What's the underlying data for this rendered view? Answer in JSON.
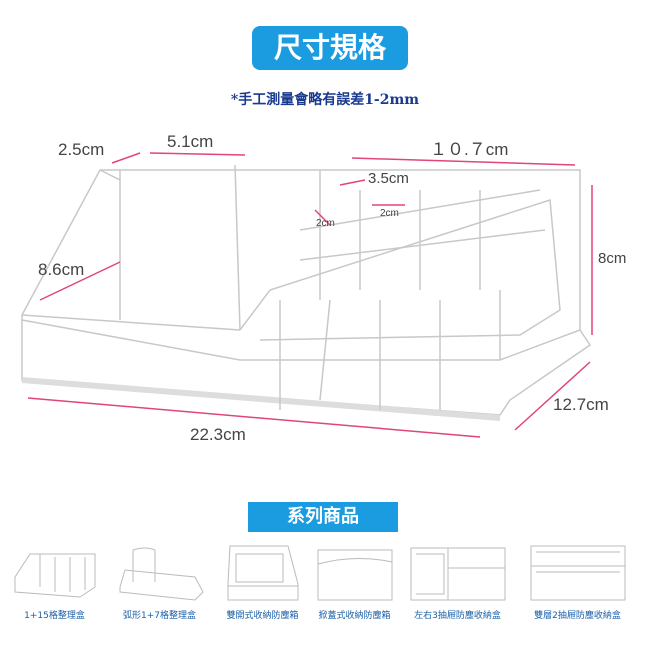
{
  "title": "尺寸規格",
  "note": "*手工測量會略有誤差1-2mm",
  "dimensions": {
    "d1": "2.5cm",
    "d2": "5.1cm",
    "d3": "１０.７cm",
    "d4": "3.5cm",
    "d5": "2cm",
    "d6": "2cm",
    "d7": "8.6cm",
    "d8": "8cm",
    "d9": "22.3cm",
    "d10": "12.7cm"
  },
  "series_title": "系列商品",
  "products": [
    {
      "label": "1+15格整理盒"
    },
    {
      "label": "弧形1+7格整理盒"
    },
    {
      "label": "雙開式收納防塵箱"
    },
    {
      "label": "掀蓋式收納防塵箱"
    },
    {
      "label": "左右3抽屜防塵收納盒"
    },
    {
      "label": "雙層2抽屜防塵收納盒"
    }
  ],
  "colors": {
    "accent": "#1b9be0",
    "arrow": "#e0457b"
  }
}
